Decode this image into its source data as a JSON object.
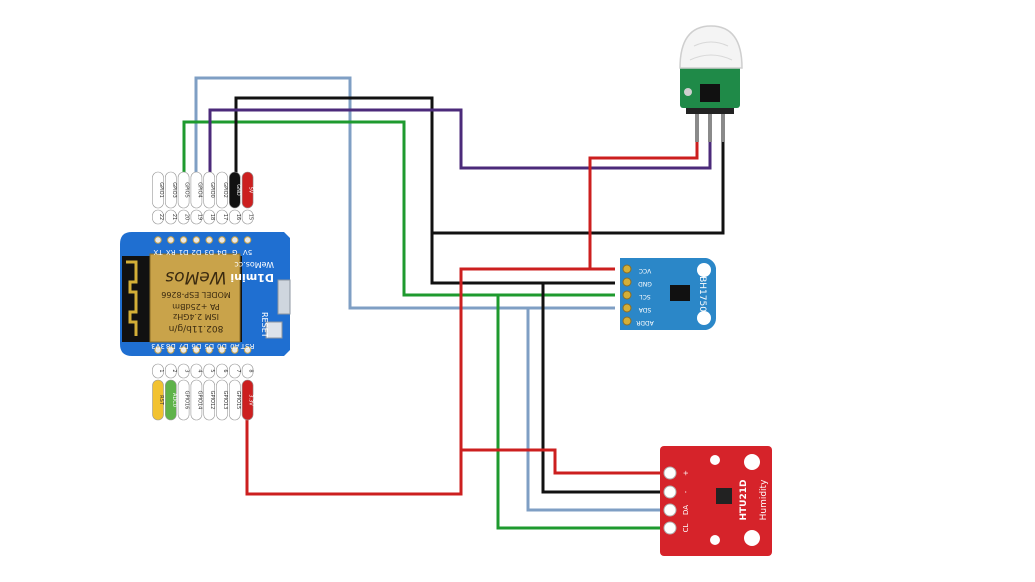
{
  "colors": {
    "red": "#cc1f1f",
    "black": "#111111",
    "purple": "#4b2a7a",
    "green": "#1e9a2e",
    "lightblue": "#7f9fc4",
    "wemos_blue": "#1f6fd1",
    "bh_blue": "#2b87c8",
    "htu_red": "#d6232a"
  },
  "wemos": {
    "brand": "D1mini",
    "sub": "WeMos.cc",
    "module_model": "MODEL ESP-8266",
    "module_ism": "ISM 2.4GHz",
    "module_pa": "PA +25dBm",
    "module_wifi": "802.11b/g/n",
    "module_logo": "WeMos",
    "reset": "RESET",
    "top_pins": [
      "5V",
      "G",
      "D4",
      "D3",
      "D2",
      "D1",
      "RX",
      "TX"
    ],
    "bottom_pins": [
      "RST",
      "A0",
      "D0",
      "D5",
      "D6",
      "D7",
      "D8",
      "3V3"
    ],
    "top_gpio": [
      "GPIO1",
      "GPIO3",
      "GPIO5",
      "GPIO4",
      "GPIO0",
      "GPIO2",
      "GND",
      "5V"
    ],
    "top_num": [
      "22",
      "21",
      "20",
      "19",
      "18",
      "17",
      "16",
      "15"
    ],
    "bottom_gpio": [
      "RST",
      "ADC0",
      "GPIO16",
      "GPIO14",
      "GPIO12",
      "GPIO13",
      "GPIO15",
      "3.3V"
    ],
    "bottom_num": [
      "1",
      "2",
      "3",
      "4",
      "5",
      "6",
      "7",
      "8"
    ]
  },
  "bh1750": {
    "name": "BH1750",
    "pins": [
      "VCC",
      "GND",
      "SCL",
      "SDA",
      "ADDR"
    ]
  },
  "htu21d": {
    "name": "HTU21D",
    "sub": "Humidity",
    "pins": [
      "+",
      "-",
      "DA",
      "CL"
    ]
  }
}
